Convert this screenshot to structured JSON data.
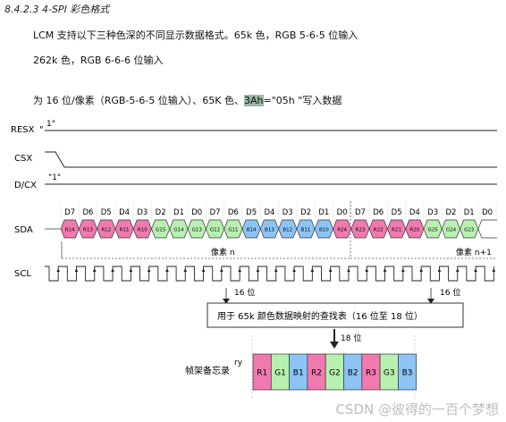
{
  "heading": "8.4.2.3  4-SPI 彩色格式",
  "para": {
    "line1": "LCM 支持以下三种色深的不同显示数据格式。65k 色，RGB 5-6-5 位输入",
    "line2": "262k 色，RGB 6-6-6 位输入",
    "line3_pre": "为 16 位/像素（RGB-5-6-5 位输入）、65K 色、",
    "line3_hl": "3Ah",
    "line3_post": "=\"05h \"写入数据"
  },
  "signals": {
    "resx": "RESX",
    "resx_quote": "\"",
    "resx_val": "1\"",
    "csx": "CSX",
    "dcx": "D/CX",
    "dcx_val": "\"1\"",
    "sda": "SDA",
    "scl": "SCL"
  },
  "bit_labels": [
    "D7",
    "D6",
    "D5",
    "D4",
    "D3",
    "D2",
    "D1",
    "D0",
    "D7",
    "D6",
    "D5",
    "D4",
    "D3",
    "D2",
    "D1",
    "D0",
    "D7",
    "D6",
    "D5",
    "D4",
    "D3",
    "D2",
    "D1",
    "D0"
  ],
  "cells": [
    "R14",
    "R13",
    "R12",
    "R11",
    "R10",
    "G15",
    "G14",
    "G13",
    "G12",
    "G11",
    "B14",
    "B13",
    "B12",
    "B11",
    "B10",
    "R24",
    "R23",
    "R22",
    "R21",
    "R20",
    "G25",
    "G24",
    "G23"
  ],
  "pixel_n": "像素 n",
  "pixel_n1": "像素 n+1",
  "bits16": "16 位",
  "bits16b": "16 位",
  "lut": "用于 65k 颜色数据映射的查找表（16 位至 18 位）",
  "bits18": "18 位",
  "memory_label": "帧架备忘录",
  "memory_ry": "ry",
  "memory_cells": [
    "R1",
    "G1",
    "B1",
    "R2",
    "G2",
    "B2",
    "R3",
    "G3",
    "B3"
  ],
  "watermark": "CSDN @彼得的一百个梦想",
  "colors": {
    "red": "#f07ab0",
    "green": "#b8f0b0",
    "blue": "#8cc4f4",
    "highlight": "#9bb7a3"
  }
}
